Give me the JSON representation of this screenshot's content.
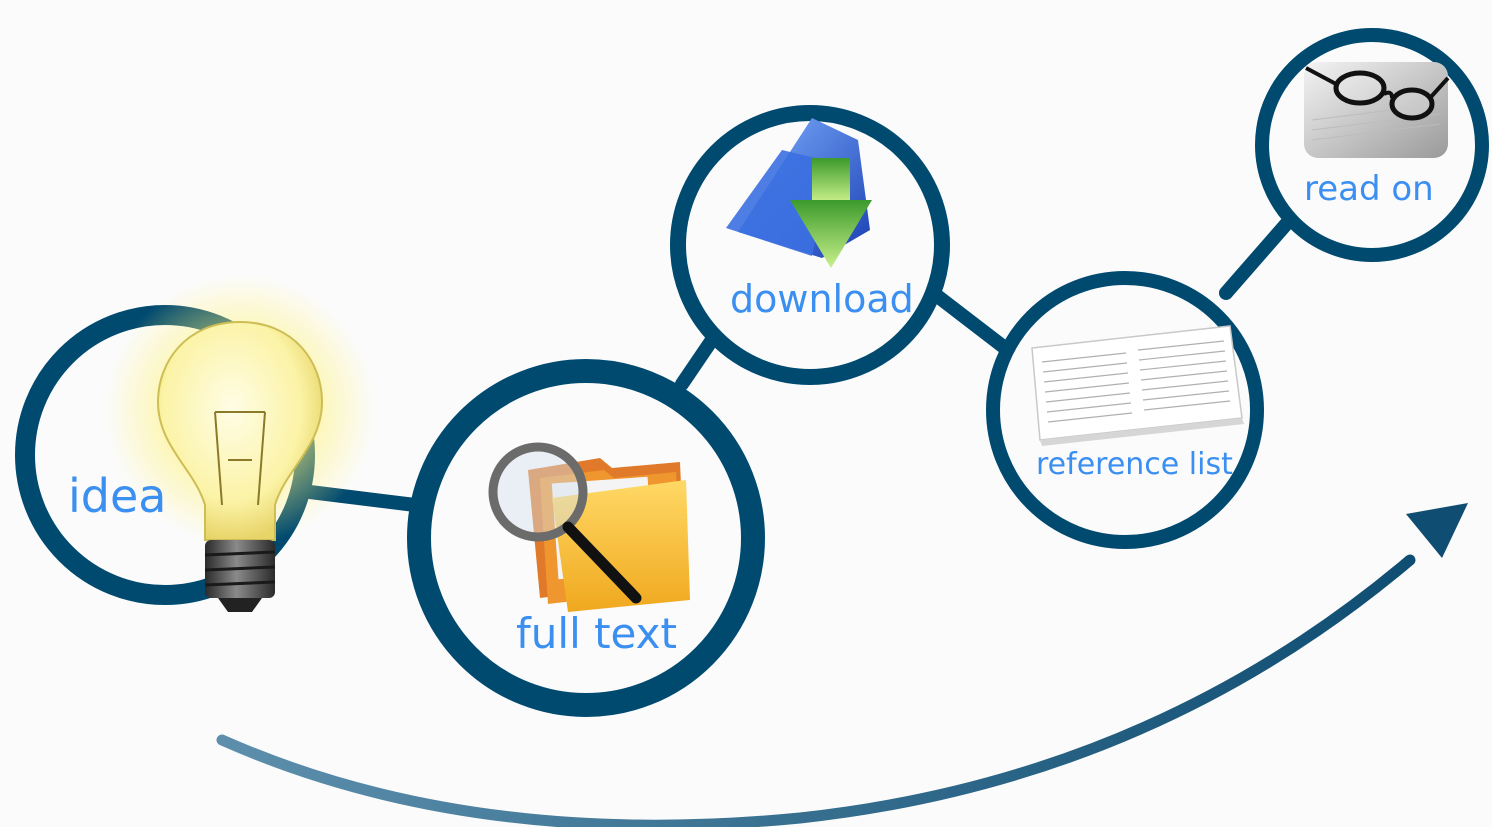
{
  "diagram": {
    "nodes": [
      {
        "id": "idea",
        "label": "idea",
        "icon": "lightbulb-icon"
      },
      {
        "id": "full-text",
        "label": "full text",
        "icon": "folder-magnifier-icon"
      },
      {
        "id": "download",
        "label": "download",
        "icon": "download-folder-icon"
      },
      {
        "id": "reference-list",
        "label": "reference list",
        "icon": "document-page-icon"
      },
      {
        "id": "read-on",
        "label": "read on",
        "icon": "reading-glasses-icon"
      }
    ],
    "flow_arrow": "progress-arrow"
  },
  "colors": {
    "ring": "#004a70",
    "label": "#3b8ff0",
    "arrow_start": "#5d8fac",
    "arrow_end": "#0f4d72",
    "background": "#fbfbfb"
  }
}
